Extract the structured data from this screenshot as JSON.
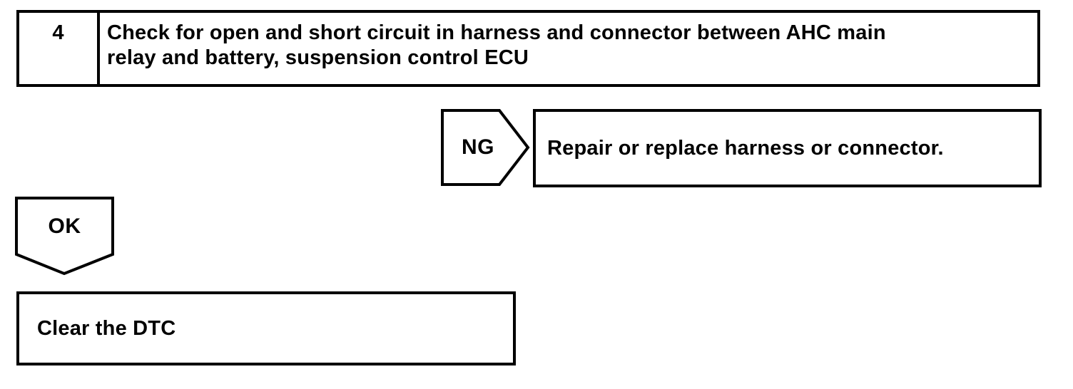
{
  "page": {
    "background": "#ffffff",
    "ink": "#000000"
  },
  "flowchart": {
    "step_box": {
      "number": "4",
      "instruction_lines": [
        "Check for open and short circuit in harness and connector between AHC main",
        "relay and battery, suspension control ECU"
      ]
    },
    "ng_branch": {
      "label": "NG",
      "action": "Repair or replace harness or connector."
    },
    "ok_branch": {
      "label": "OK"
    },
    "result_box": {
      "action": "Clear the DTC"
    }
  }
}
